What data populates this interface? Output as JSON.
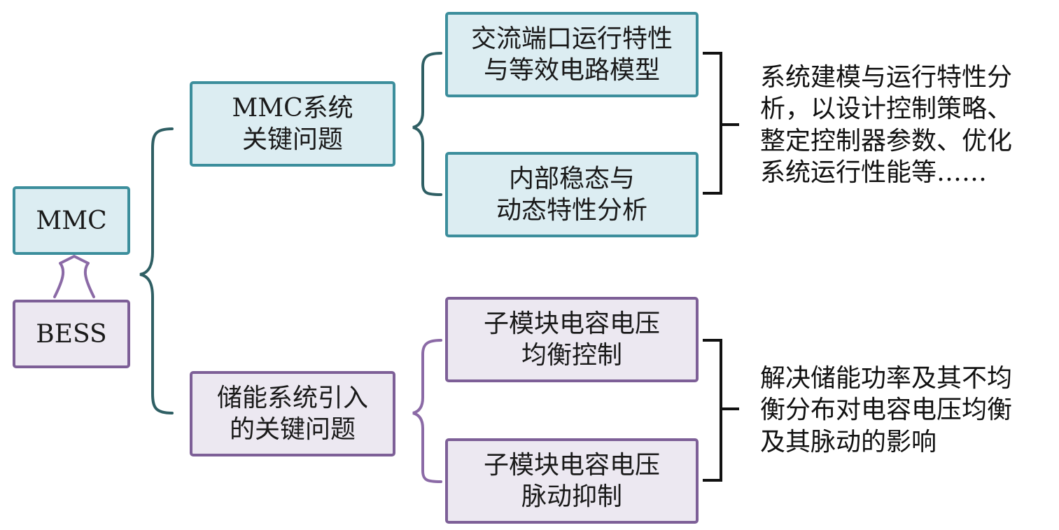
{
  "colors": {
    "teal_fill": "#dcedf2",
    "teal_border": "#3c8e9c",
    "purple_fill": "#ece8f1",
    "purple_border": "#7d5f97",
    "dark_bracket": "#2f5f64",
    "purple_bracket": "#8b6aa6",
    "black_bracket": "#111111"
  },
  "root": {
    "top_label": "MMC",
    "bottom_label": "BESS"
  },
  "branches": [
    {
      "label_lines": [
        "MMC系统",
        "关键问题"
      ],
      "children": [
        {
          "label_lines": [
            "交流端口运行特性",
            "与等效电路模型"
          ]
        },
        {
          "label_lines": [
            "内部稳态与",
            "动态特性分析"
          ]
        }
      ],
      "note_lines": [
        "系统建模与运行特性分",
        "析，以设计控制策略、",
        "整定控制器参数、优化",
        "系统运行性能等……"
      ]
    },
    {
      "label_lines": [
        "储能系统引入",
        "的关键问题"
      ],
      "children": [
        {
          "label_lines": [
            "子模块电容电压",
            "均衡控制"
          ]
        },
        {
          "label_lines": [
            "子模块电容电压",
            "脉动抑制"
          ]
        }
      ],
      "note_lines": [
        "解决储能功率及其不均",
        "衡分布对电容电压均衡",
        "及其脉动的影响"
      ]
    }
  ]
}
